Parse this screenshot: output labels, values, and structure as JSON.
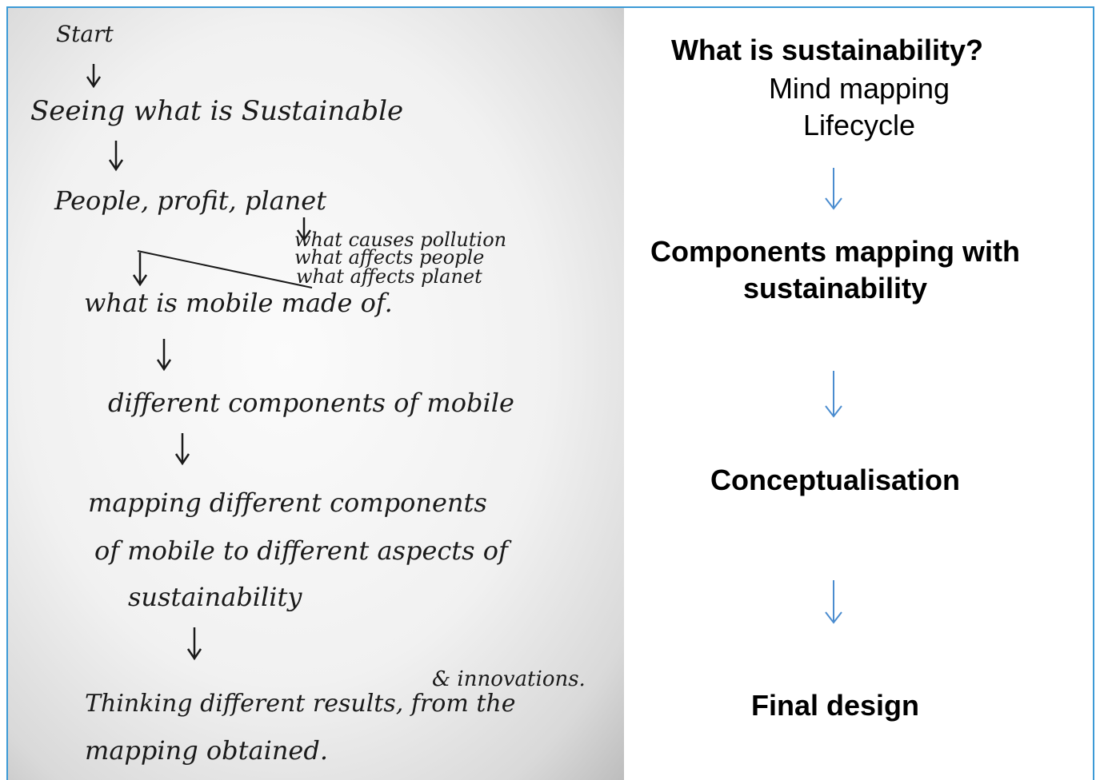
{
  "sketch": {
    "notes": [
      "Start",
      "Seeing what is Sustainable",
      "People, profit, planet",
      "what causes pollution",
      "what affects people",
      "what affects planet",
      "what is mobile made of.",
      "different components of mobile",
      "mapping different components",
      "of mobile to different aspects of",
      "sustainability",
      "& innovations.",
      "Thinking different results, from the",
      "mapping obtained."
    ]
  },
  "flow": {
    "step1_title": "What is sustainability?",
    "step1_sub1": "Mind mapping",
    "step1_sub2": "Lifecycle",
    "step2_line1": "Components mapping with",
    "step2_line2": "sustainability",
    "step3": "Conceptualisation",
    "step4": "Final design"
  },
  "colors": {
    "frame": "#3c9ad6",
    "arrow": "#4a8ccf"
  }
}
